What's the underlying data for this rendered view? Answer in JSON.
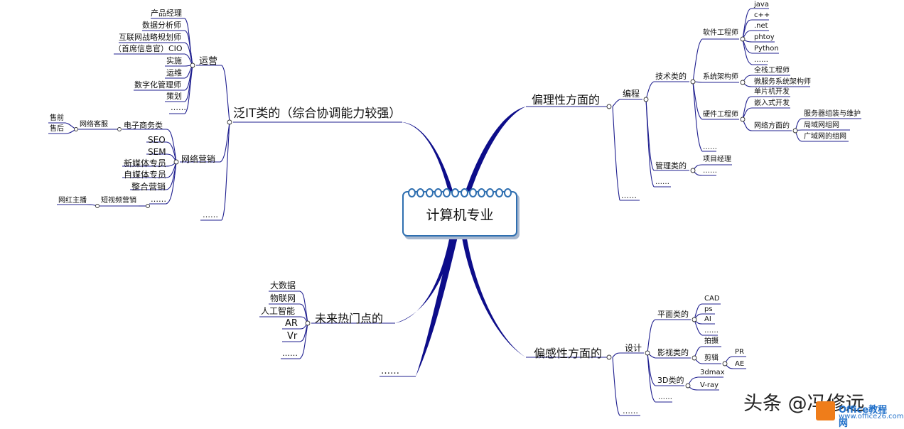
{
  "diagram": {
    "central": "计算机专业",
    "branches": {
      "left_top": {
        "label": "泛IT类的（综合协调能力较强）",
        "operations": {
          "label": "运营",
          "items": [
            "产品经理",
            "数据分析师",
            "互联网战略规划师",
            "（首席信息官）CIO",
            "实施",
            "运维",
            "数字化管理师",
            "策划",
            "……"
          ]
        },
        "marketing": {
          "label": "网络营销",
          "ecommerce": "电子商务类",
          "customer_service": "网络客服",
          "presale": "售前",
          "aftersale": "售后",
          "items": [
            "SEO",
            "SEM",
            "新媒体专员",
            "自媒体专员",
            "整合营销"
          ],
          "short_video": "短视频营销",
          "streamer": "网红主播",
          "more": "……"
        },
        "more": "……"
      },
      "right_top": {
        "label": "偏理性方面的",
        "programming": "编程",
        "technical": "技术类的",
        "software_engineer": "软件工程师",
        "languages": [
          "java",
          "c++",
          ".net",
          "phtoy",
          "Python",
          "……"
        ],
        "architect": "系统架构师",
        "architect_items": [
          "全栈工程师",
          "微服务系统架构师"
        ],
        "hardware_engineer": "硬件工程师",
        "hardware_items": [
          "单片机开发",
          "嵌入式开发"
        ],
        "network": "网络方面的",
        "network_items": [
          "服务器组装与维护",
          "局域网组网",
          "广域网的组网"
        ],
        "tech_more": "……",
        "management": "管理类的",
        "management_items": [
          "项目经理",
          "……"
        ],
        "prog_more": "……",
        "more": "……"
      },
      "left_bottom": {
        "label": "未来热门点的",
        "items": [
          "大数据",
          "物联网",
          "人工智能",
          "AR",
          "Vr",
          "……"
        ]
      },
      "bottom_more": "……",
      "right_bottom": {
        "label": "偏感性方面的",
        "design": "设计",
        "flat": "平面类的",
        "flat_items": [
          "CAD",
          "ps",
          "AI",
          "……"
        ],
        "video": "影视类的",
        "shooting": "拍摄",
        "editing": "剪辑",
        "editing_items": [
          "PR",
          "AE"
        ],
        "three_d": "3D类的",
        "three_d_items": [
          "3dmax",
          "V-ray"
        ],
        "design_more": "……",
        "more": "……"
      }
    }
  },
  "watermark": "头条 @冯修远",
  "logo": {
    "line1": "Office教程网",
    "line2": "www.office26.com"
  },
  "colors": {
    "line": "#1f1f8f",
    "main_branch": "#0d0d8a",
    "box_border": "#2f6fb0",
    "logo_orange": "#ef7d1a",
    "logo_blue": "#1f6fc9"
  }
}
